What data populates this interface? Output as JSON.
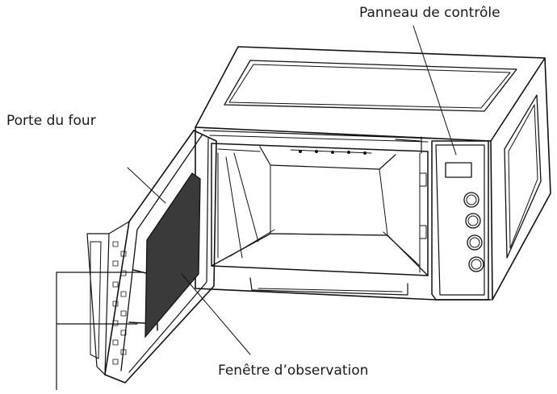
{
  "labels": {
    "control_panel": "Panneau de contrôle",
    "oven_door": "Porte du four",
    "observation_window": "Fenêtre d’observation"
  },
  "colors": {
    "line": "#111111",
    "window_glass": "#3a3a3a",
    "background": "#ffffff"
  }
}
